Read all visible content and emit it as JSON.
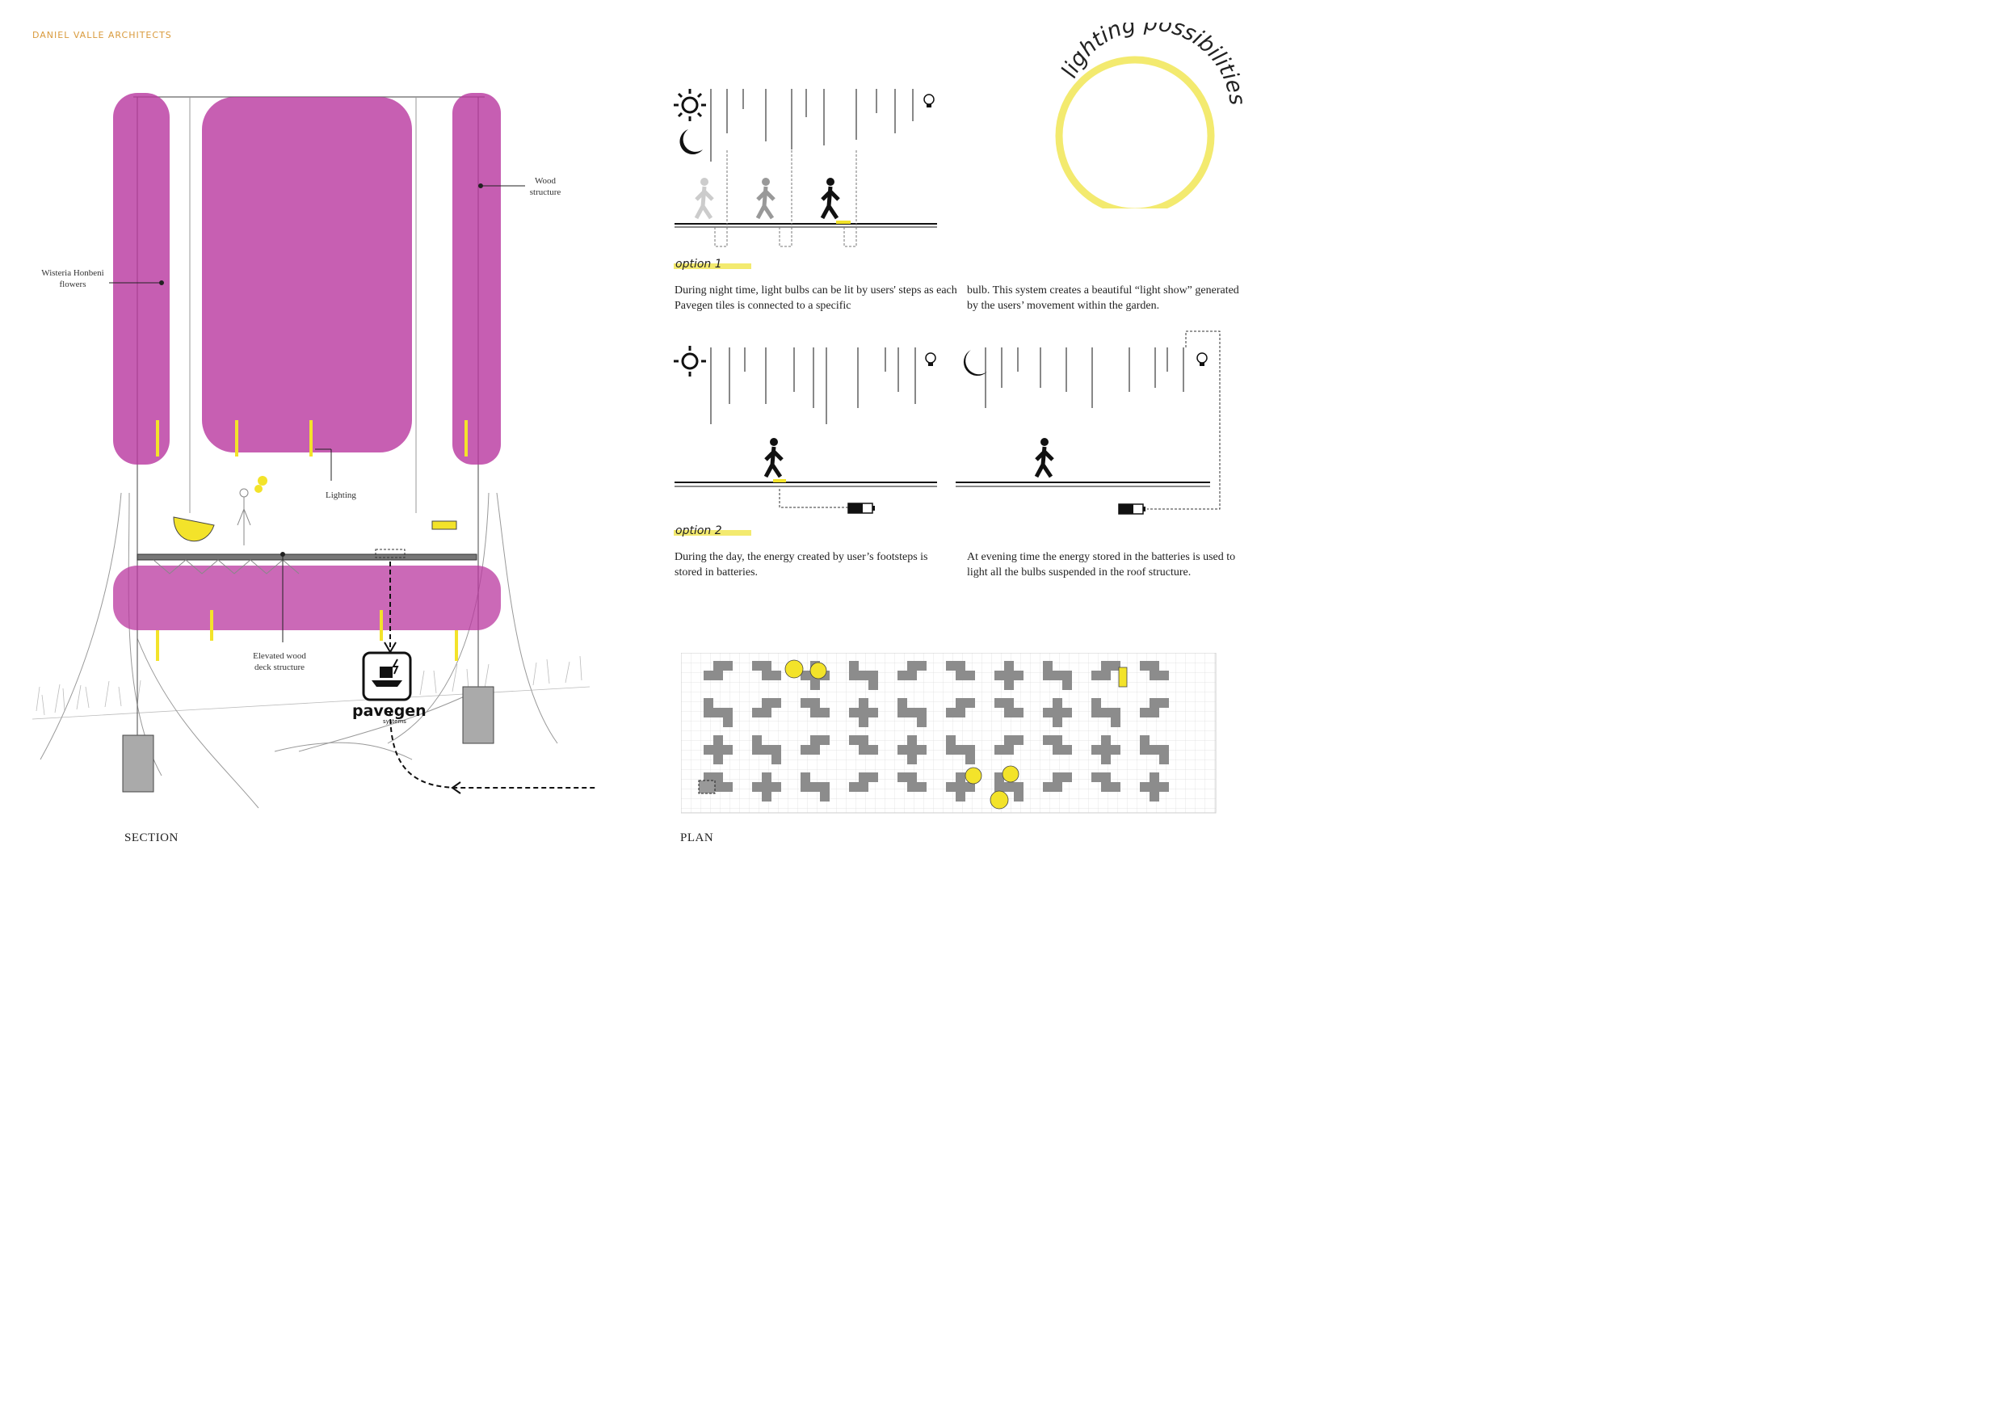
{
  "firm_name": "Daniel Valle Architects",
  "title": "lighting possibilities",
  "section": {
    "caption": "SECTION",
    "labels": {
      "wood_structure": "Wood structure",
      "wisteria": "Wisteria Honbeni flowers",
      "lighting": "Lighting",
      "deck": "Elevated wood deck structure"
    },
    "pavegen_brand": "pavegen",
    "pavegen_sub": "systems"
  },
  "plan": {
    "caption": "PLAN"
  },
  "option1": {
    "label": "option 1",
    "text_left": "During night time, light bulbs can be lit by users' steps as each Pavegen tiles is connected to a specific",
    "text_right": "bulb. This system creates a beautiful “light show” generated by the users’ movement within the garden."
  },
  "option2": {
    "label": "option 2",
    "text_left": "During the day, the energy created by user’s footsteps is stored in batteries.",
    "text_right": "At evening time the energy stored in the batteries is used to light all the bulbs suspended in the roof structure."
  },
  "colors": {
    "accent_yellow": "#f3ea6f",
    "wisteria": "#b9379f",
    "firm": "#d99a3c",
    "tile_gray": "#8c8c8c"
  },
  "icons": [
    "sun-icon",
    "moon-icon",
    "bulb-icon",
    "walking-person-icon",
    "battery-icon",
    "pavegen-tile-icon"
  ]
}
